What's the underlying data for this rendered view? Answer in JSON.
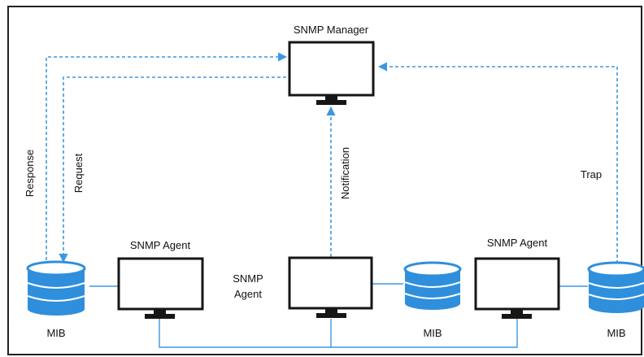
{
  "labels": {
    "manager": "SNMP Manager",
    "agent_left": "SNMP Agent",
    "agent_center_line1": "SNMP",
    "agent_center_line2": "Agent",
    "agent_right": "SNMP Agent",
    "mib_left": "MIB",
    "mib_center": "MIB",
    "mib_right": "MIB",
    "response": "Response",
    "request": "Request",
    "notification": "Notification",
    "trap": "Trap"
  },
  "colors": {
    "arrow": "#3d97e0",
    "connector": "#3d97e0",
    "monitor": "#161616",
    "database": "#2f8fdc",
    "frame": "#222222"
  },
  "icons": {
    "monitor": "monitor-icon",
    "database": "database-icon"
  }
}
